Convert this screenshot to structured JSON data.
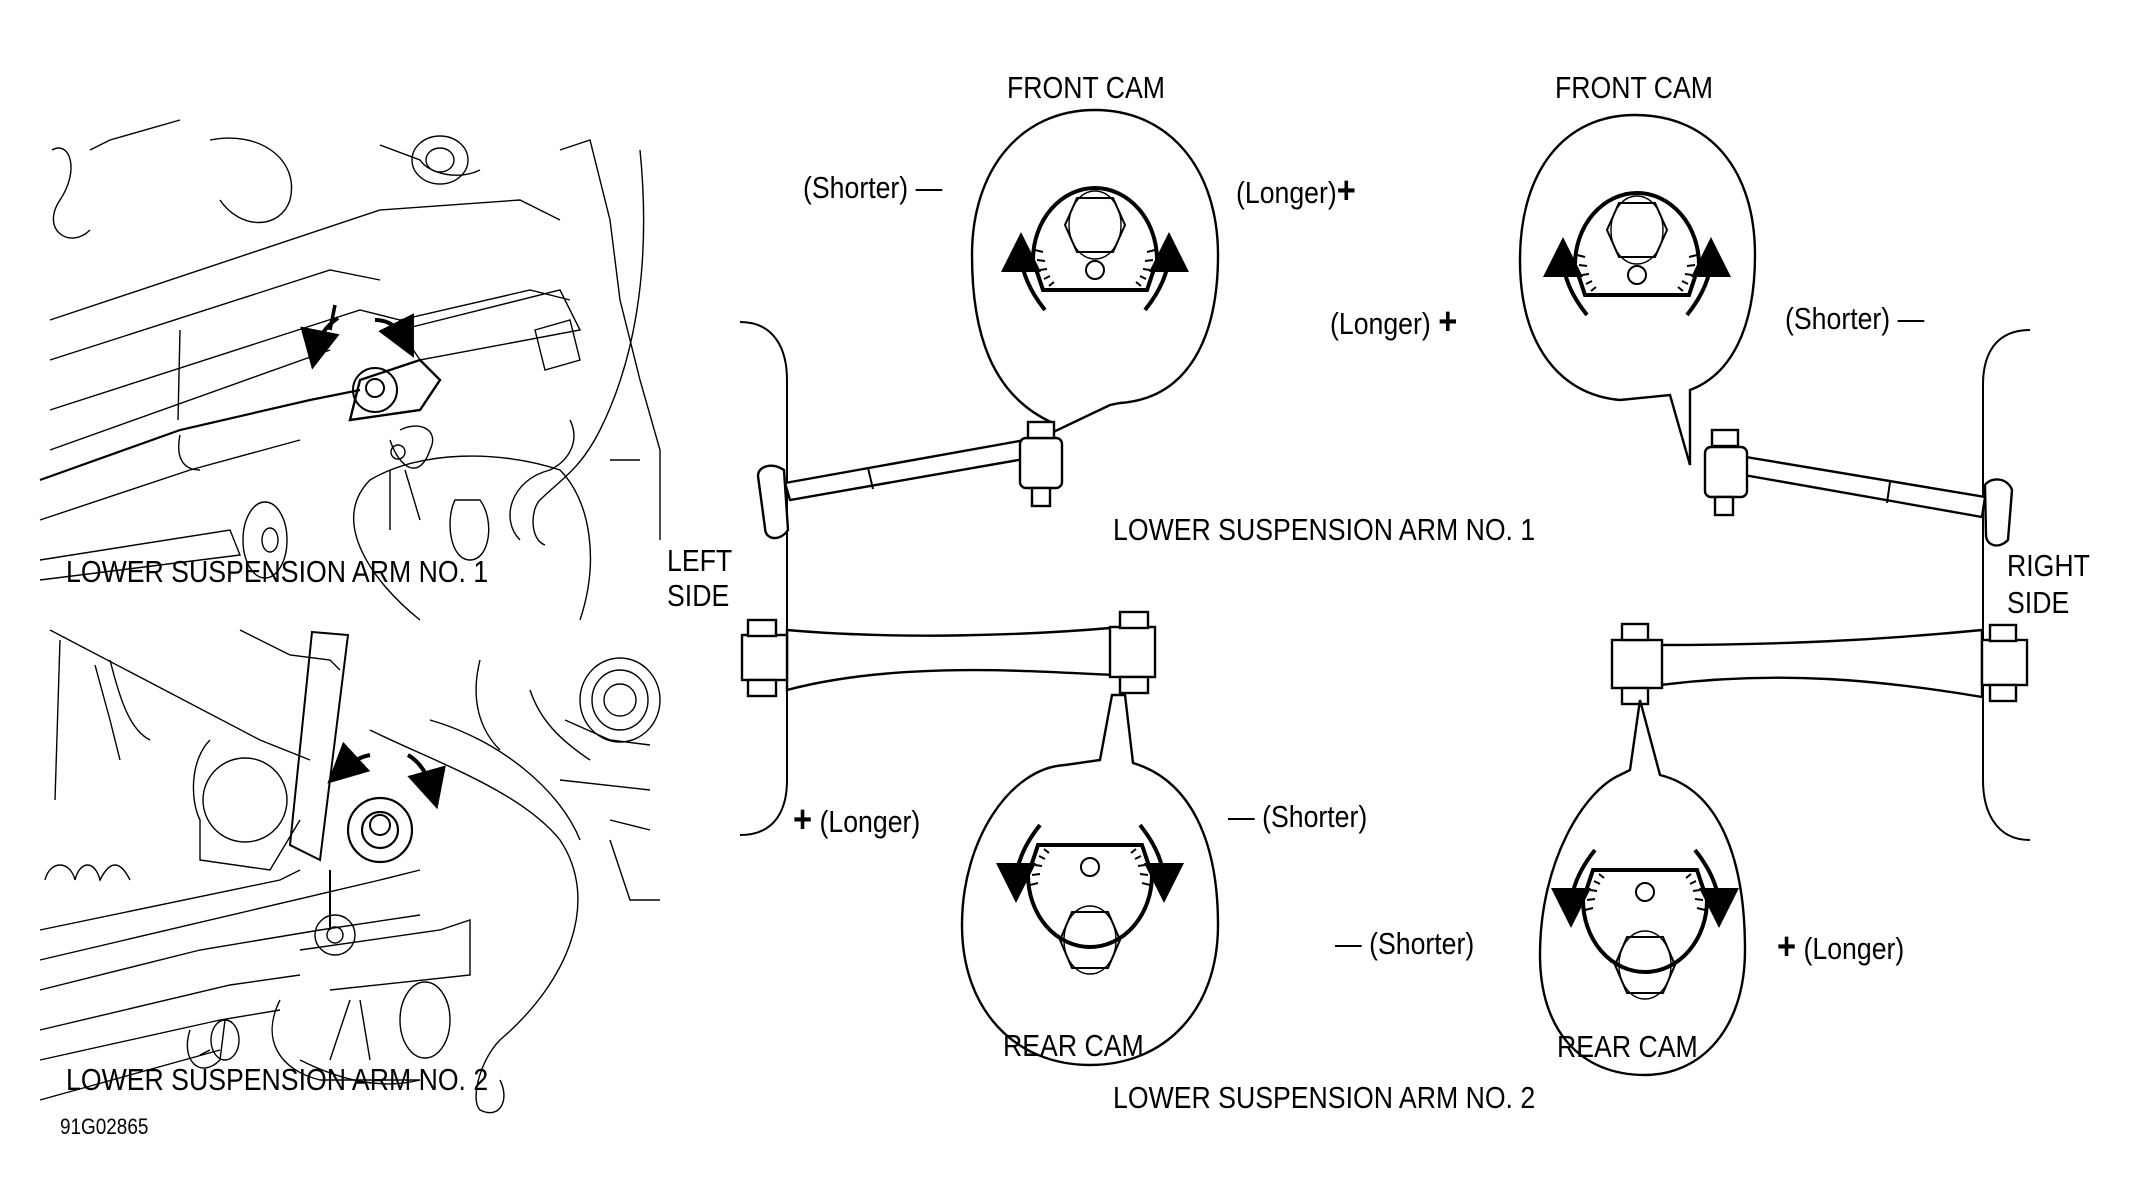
{
  "figure": {
    "code": "91G02865",
    "left_panel": {
      "top_caption": "LOWER SUSPENSION ARM NO. 1",
      "bottom_caption": "LOWER SUSPENSION ARM NO. 2"
    },
    "sides": {
      "left": [
        "LEFT",
        "SIDE"
      ],
      "right": [
        "RIGHT",
        "SIDE"
      ]
    },
    "arm1_label": "LOWER SUSPENSION ARM NO. 1",
    "arm2_label": "LOWER SUSPENSION ARM NO. 2",
    "cams": {
      "front_left": {
        "title": "FRONT CAM",
        "left_text": "(Shorter)",
        "left_sign": "—",
        "right_text": "(Longer)",
        "right_sign": "+"
      },
      "front_right": {
        "title": "FRONT CAM",
        "left_text": "(Longer)",
        "left_sign": "+",
        "right_text": "(Shorter)",
        "right_sign": "—"
      },
      "rear_left": {
        "title": "REAR CAM",
        "left_sign": "+",
        "left_text": "(Longer)",
        "right_sign": "—",
        "right_text": "(Shorter)"
      },
      "rear_right": {
        "title": "REAR CAM",
        "left_sign": "—",
        "left_text": "(Shorter)",
        "right_sign": "+",
        "right_text": "(Longer)"
      }
    },
    "icons": {
      "cam_dial": "cam-dial-icon",
      "rotation_arrow": "rotation-arrow-icon",
      "bolt": "hex-bolt-icon"
    }
  }
}
